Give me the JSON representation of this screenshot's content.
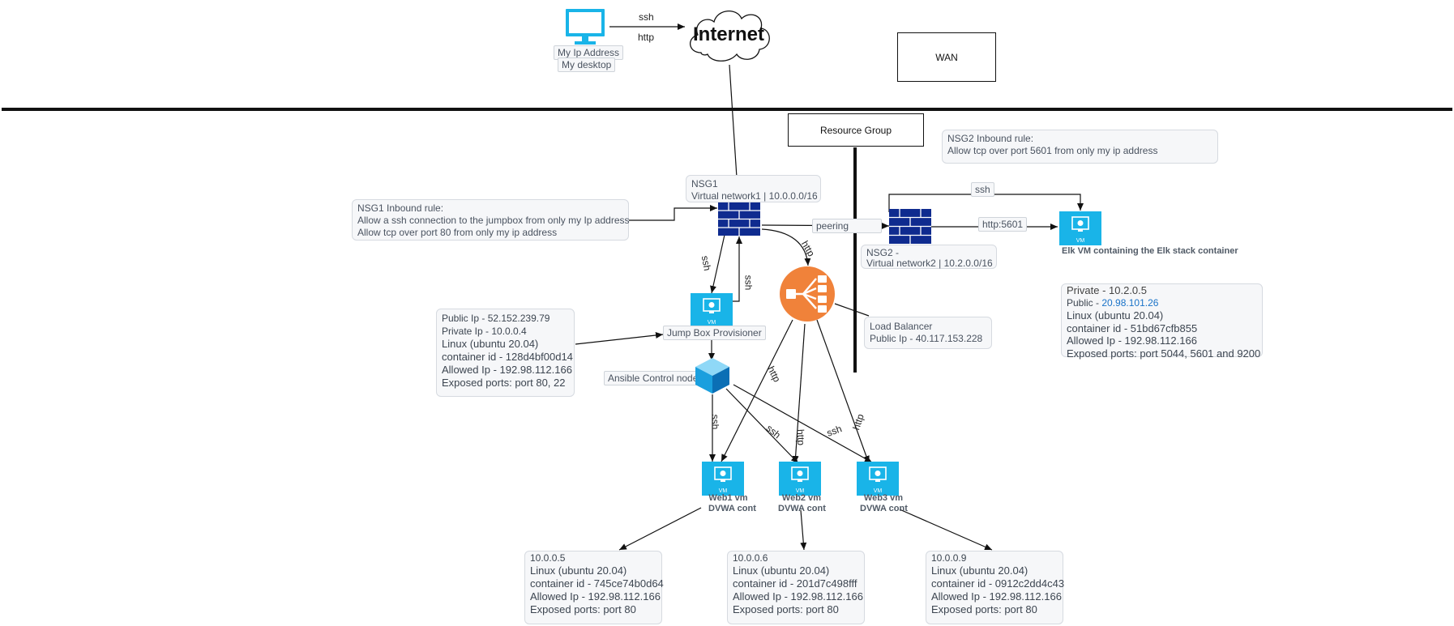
{
  "colors": {
    "vm": "#19b4e8",
    "firewall": "#0f2b8f",
    "load_balancer": "#f0823a",
    "note_bg": "#f6f7f9",
    "link_blue": "#1a73c8"
  },
  "desktop": {
    "ip_label": "My Ip Address",
    "name_label": "My desktop",
    "icon": "monitor-icon"
  },
  "internet": {
    "label": "Internet",
    "icon": "cloud-icon"
  },
  "wan": {
    "label": "WAN"
  },
  "resource_group": {
    "label": "Resource Group"
  },
  "edges": {
    "ssh_top": "ssh",
    "http_top": "http",
    "ssh_down": "ssh",
    "ssh_up": "ssh",
    "http_to_lb": "http",
    "peering": "peering",
    "ssh_elk": "ssh",
    "http_elk": "http:5601",
    "ssh_web1": "ssh",
    "ssh_web2": "ssh",
    "ssh_web3": "ssh",
    "http_web1": "http",
    "http_web2": "http",
    "http_web3": "http"
  },
  "nsg1": {
    "title": "NSG1",
    "network": "Virtual network1 | 10.0.0.0/16"
  },
  "nsg1_rule": {
    "line1": "NSG1 Inbound rule:",
    "line2": "Allow a ssh connection to the jumpbox from only my Ip address",
    "line3": "Allow tcp over port 80 from only my ip address"
  },
  "nsg2": {
    "title": "NSG2 -",
    "network": "Virtual network2 | 10.2.0.0/16"
  },
  "nsg2_rule": {
    "line1": "NSG2 Inbound rule:",
    "line2": "Allow tcp over port 5601 from only my ip address"
  },
  "jumpbox": {
    "label": "Jump Box Provisioner",
    "vm_badge": "VM",
    "info": {
      "public_ip": "Public Ip - 52.152.239.79",
      "private_ip": "Private Ip - 10.0.0.4",
      "os": "Linux (ubuntu 20.04)",
      "container": "container id - 128d4bf00d14",
      "allowed": "Allowed Ip - 192.98.112.166",
      "ports": "Exposed ports: port 80, 22"
    }
  },
  "ansible": {
    "label": "Ansible Control node",
    "icon": "cube-icon"
  },
  "load_balancer": {
    "title": "Load Balancer",
    "public_ip": "Public Ip - 40.117.153.228",
    "icon": "load-balancer-icon"
  },
  "elk": {
    "caption": "Elk VM containing the Elk stack container",
    "vm_badge": "VM",
    "info": {
      "private": "Private - 10.2.0.5",
      "public_prefix": "Public - ",
      "public_ip": "20.98.101.26",
      "os": "Linux (ubuntu 20.04)",
      "container": "container id - 51bd67cfb855",
      "allowed": "Allowed Ip - 192.98.112.166",
      "ports": "Exposed ports: port 5044, 5601 and 9200"
    }
  },
  "webs": [
    {
      "line1": "Web1 vm",
      "line2": "DVWA cont",
      "vm_badge": "VM",
      "info": {
        "ip": "10.0.0.5",
        "os": "Linux (ubuntu 20.04)",
        "container": "container id - 745ce74b0d64",
        "allowed": "Allowed Ip - 192.98.112.166",
        "ports": "Exposed ports: port 80"
      }
    },
    {
      "line1": "Web2 vm",
      "line2": "DVWA cont",
      "vm_badge": "VM",
      "info": {
        "ip": "10.0.0.6",
        "os": "Linux (ubuntu 20.04)",
        "container": "container id - 201d7c498fff",
        "allowed": "Allowed Ip - 192.98.112.166",
        "ports": "Exposed ports: port 80"
      }
    },
    {
      "line1": "Web3 vm",
      "line2": "DVWA cont",
      "vm_badge": "VM",
      "info": {
        "ip": "10.0.0.9",
        "os": "Linux (ubuntu 20.04)",
        "container": "container id - 0912c2dd4c43",
        "allowed": "Allowed Ip - 192.98.112.166",
        "ports": "Exposed ports: port 80"
      }
    }
  ]
}
